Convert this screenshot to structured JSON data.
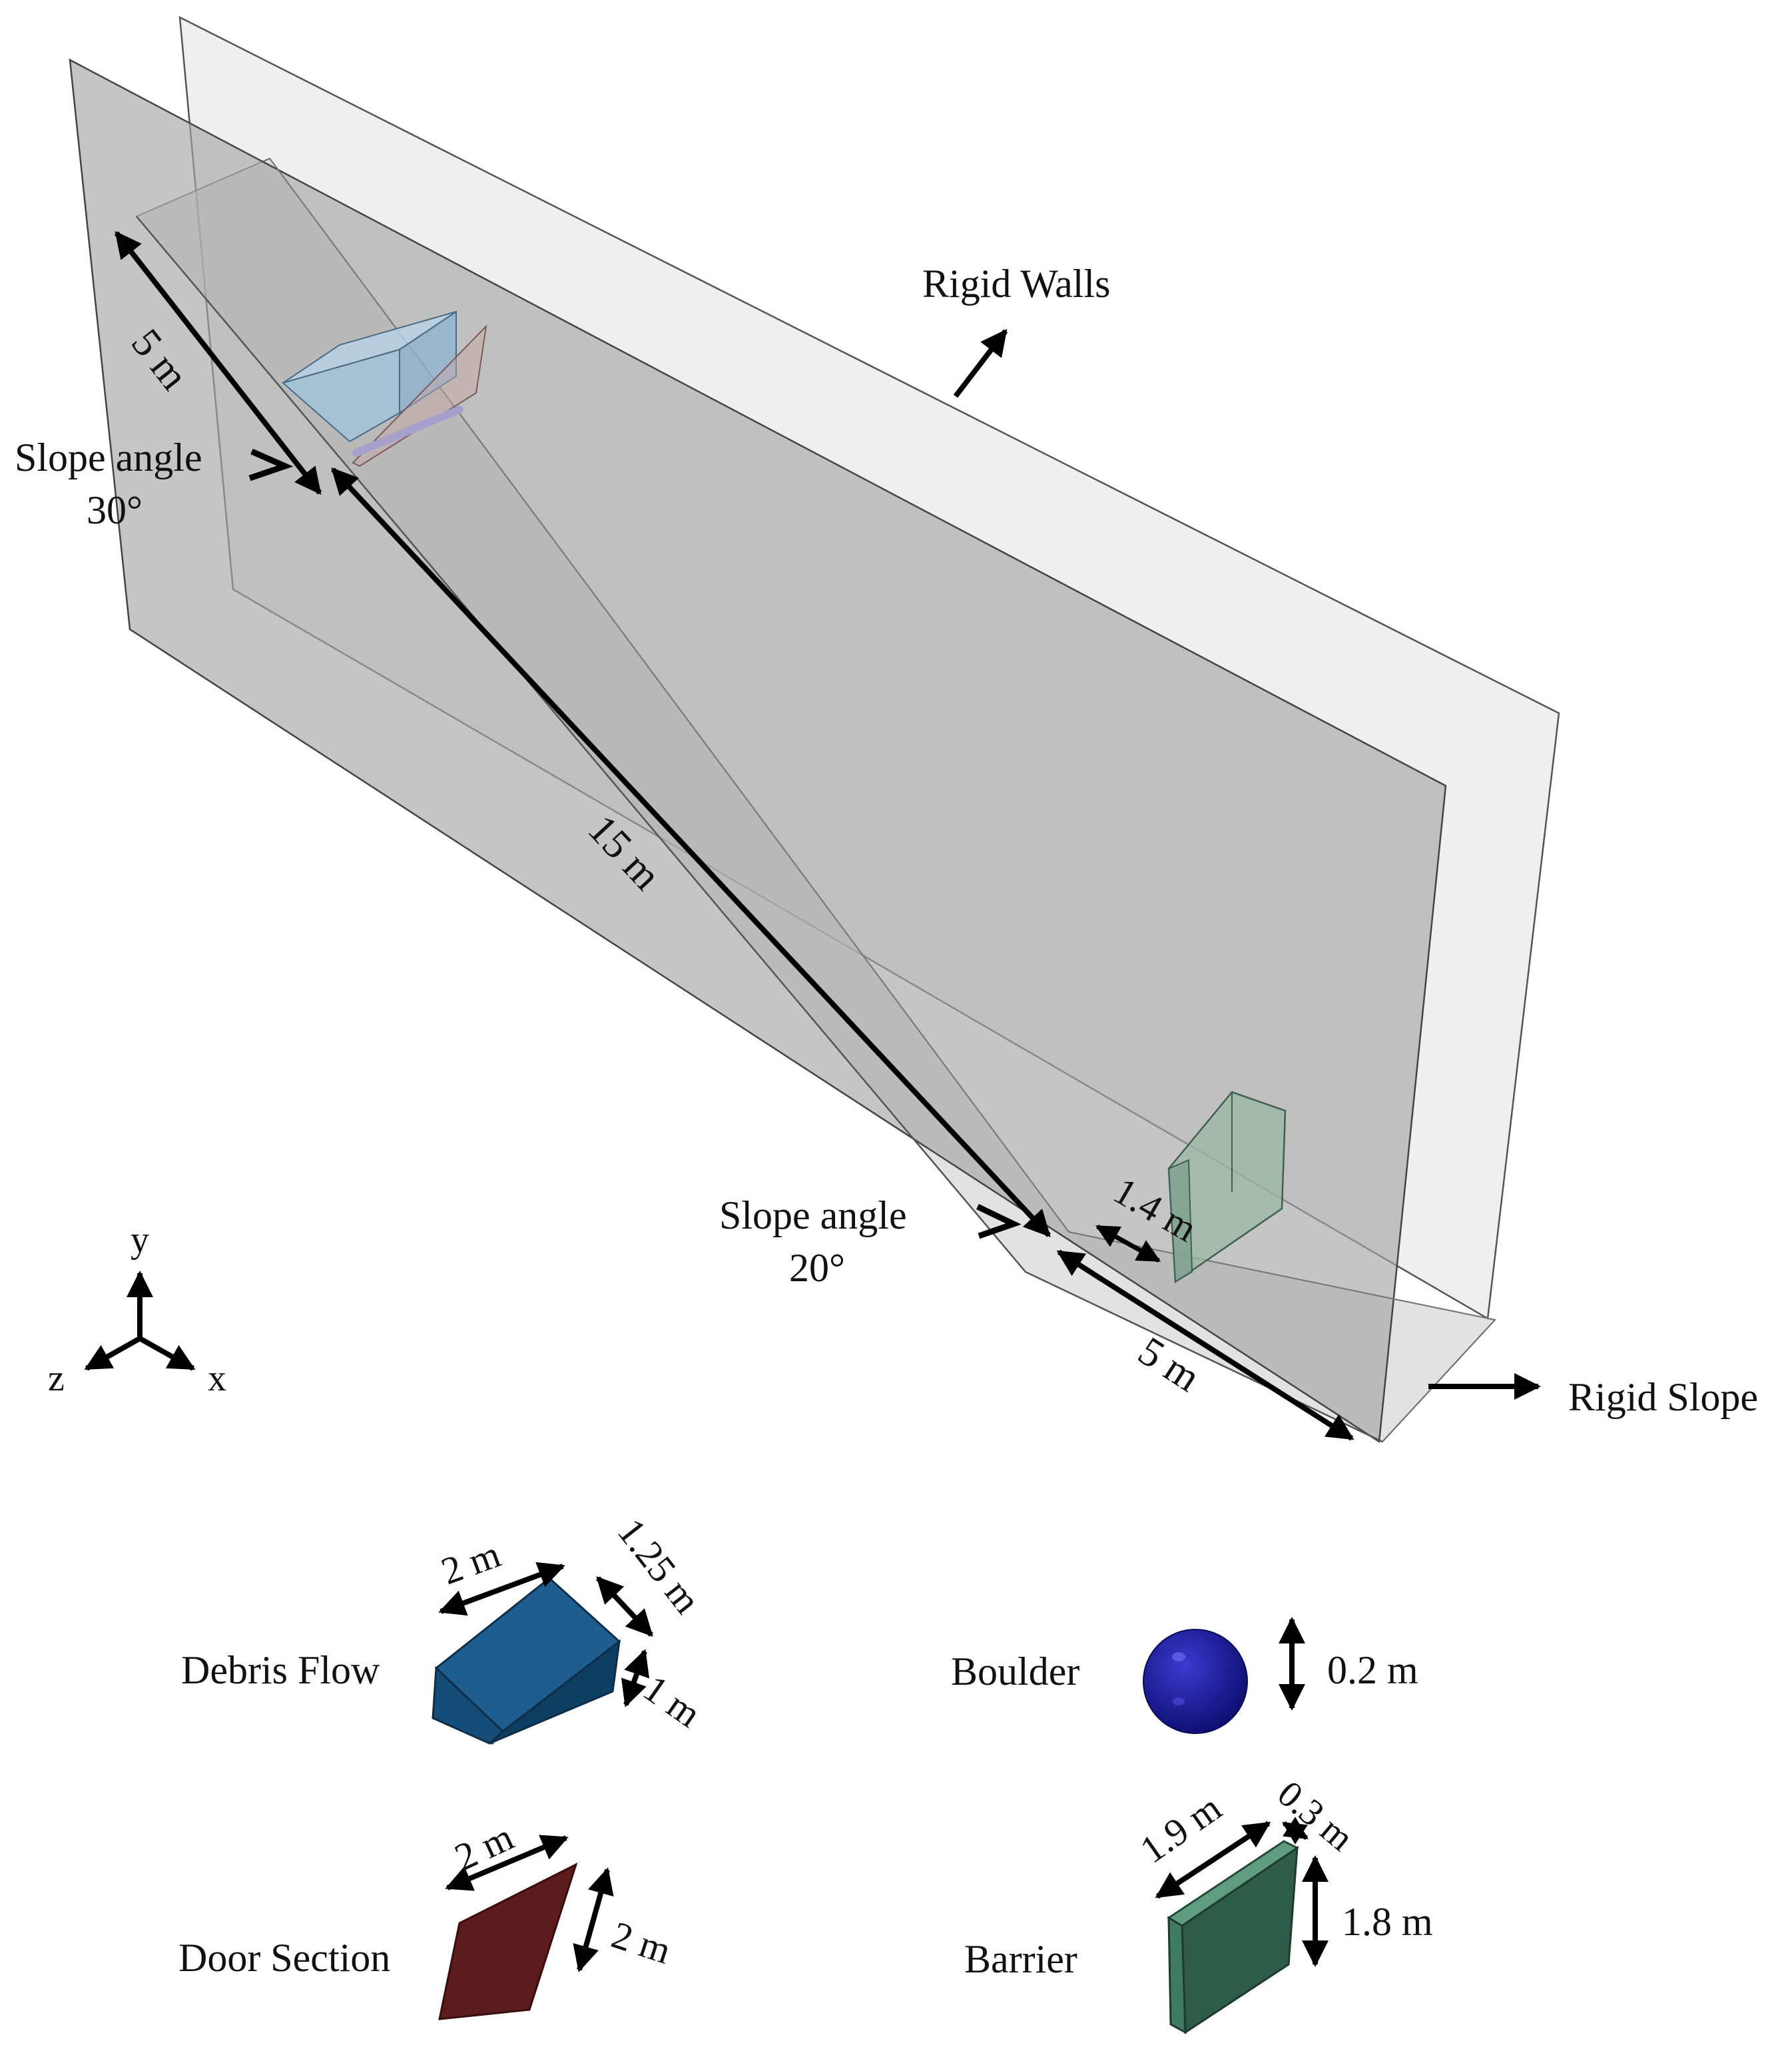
{
  "labels": {
    "rigid_walls": "Rigid Walls",
    "rigid_slope": "Rigid Slope",
    "slope_upper_line1": "Slope angle",
    "slope_upper_line2": "30°",
    "slope_lower_line1": "Slope angle",
    "slope_lower_line2": "20°",
    "dim_upper": "5 m",
    "dim_mid": "15 m",
    "dim_lower": "5 m",
    "dim_barrier_gap": "1.4 m"
  },
  "axes": {
    "y": "y",
    "x": "x",
    "z": "z"
  },
  "legend": {
    "debris_flow": {
      "label": "Debris Flow",
      "dim_length": "2 m",
      "dim_width": "1.25 m",
      "dim_height": "1 m"
    },
    "boulder": {
      "label": "Boulder",
      "dim_diameter": "0.2 m"
    },
    "door_section": {
      "label": "Door Section",
      "dim_width": "2 m",
      "dim_height": "2 m"
    },
    "barrier": {
      "label": "Barrier",
      "dim_length": "1.9 m",
      "dim_thickness": "0.3 m",
      "dim_height": "1.8 m"
    }
  },
  "colors": {
    "debris_flow": "#1f5d8e",
    "boulder": "#1a1a8c",
    "door_section": "#5a1c1c",
    "barrier": "#3e7a64",
    "wall_front": "#b3b3b3",
    "wall_back": "#e8e8e8"
  }
}
